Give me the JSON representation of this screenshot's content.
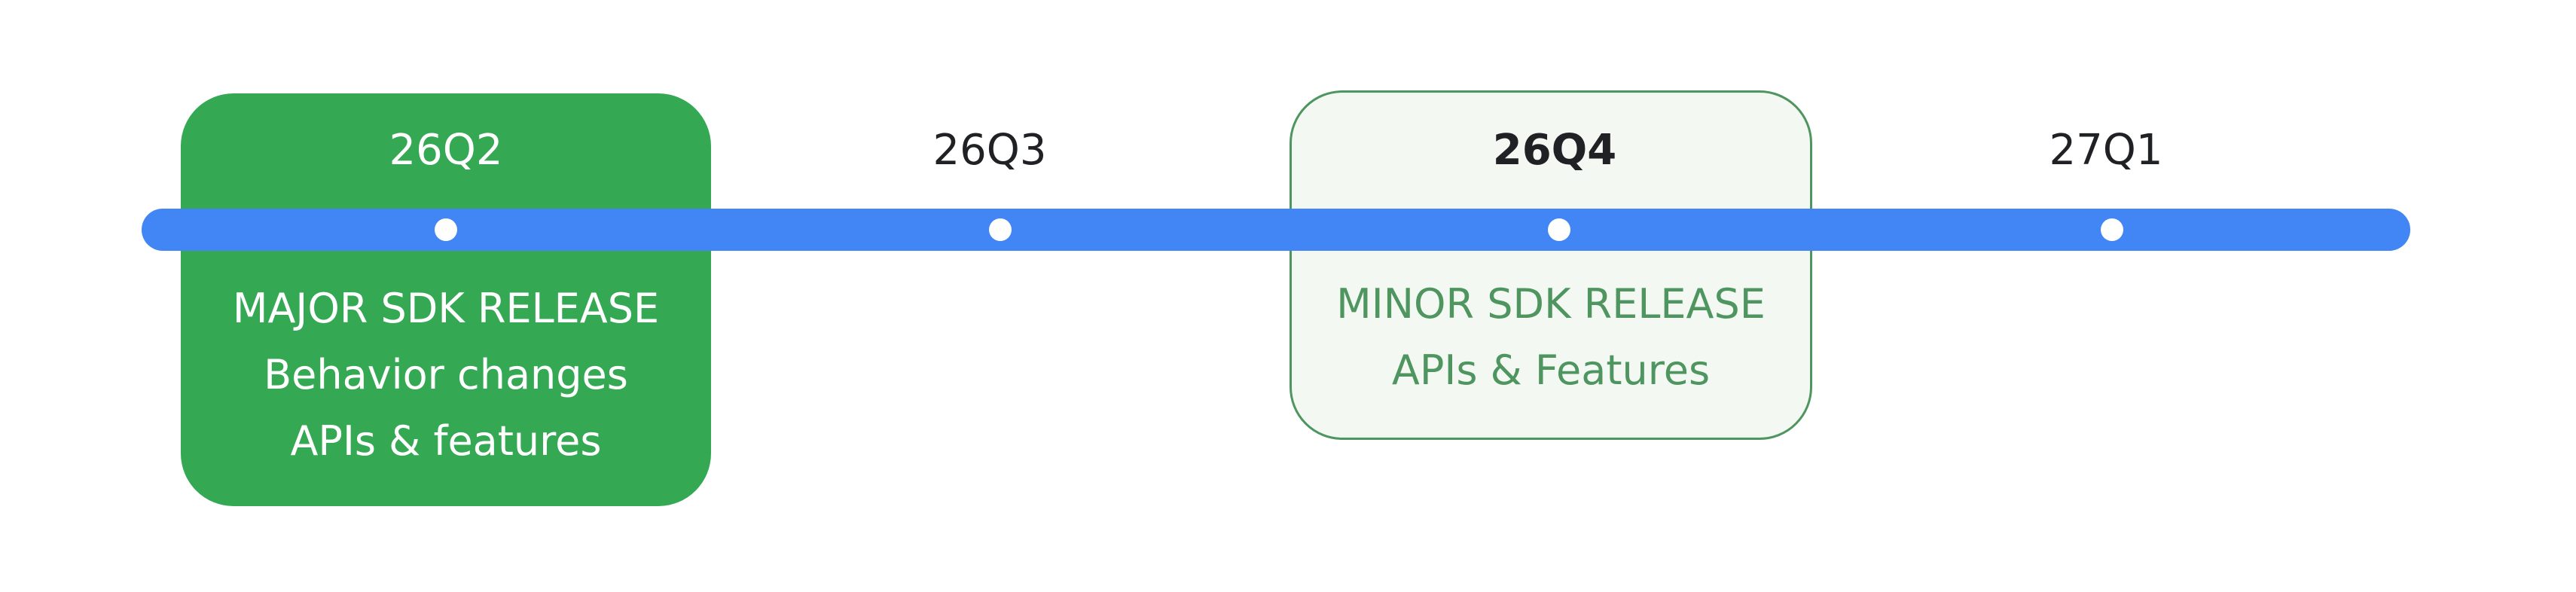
{
  "colors": {
    "track": "#4285f4",
    "major_box": "#34a853",
    "minor_box_fill": "#f3f8f3",
    "minor_box_border": "#4f955f",
    "minor_text": "#4f955f",
    "quarter_text": "#202124"
  },
  "quarters": [
    {
      "label": "26Q2"
    },
    {
      "label": "26Q3"
    },
    {
      "label": "26Q4"
    },
    {
      "label": "27Q1"
    }
  ],
  "releases": {
    "major": {
      "quarter": "26Q2",
      "lines": [
        "MAJOR SDK RELEASE",
        "Behavior changes",
        "APIs & features"
      ]
    },
    "minor": {
      "quarter": "26Q4",
      "lines": [
        "MINOR SDK RELEASE",
        "APIs & Features"
      ]
    }
  }
}
